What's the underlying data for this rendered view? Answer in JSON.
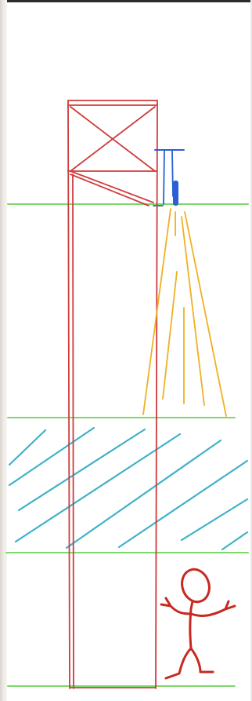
{
  "sketch": {
    "colors": {
      "floor_line": "#7fd86a",
      "tower": "#cf3b3b",
      "sprinkler": "#2a5fd6",
      "spray": "#f0b024",
      "hatch": "#3fb1c9",
      "person": "#c8281f"
    },
    "elements": [
      "floor-line",
      "tower-frame",
      "sprinkler-head",
      "water-spray",
      "hatched-zone",
      "stick-figure"
    ]
  }
}
